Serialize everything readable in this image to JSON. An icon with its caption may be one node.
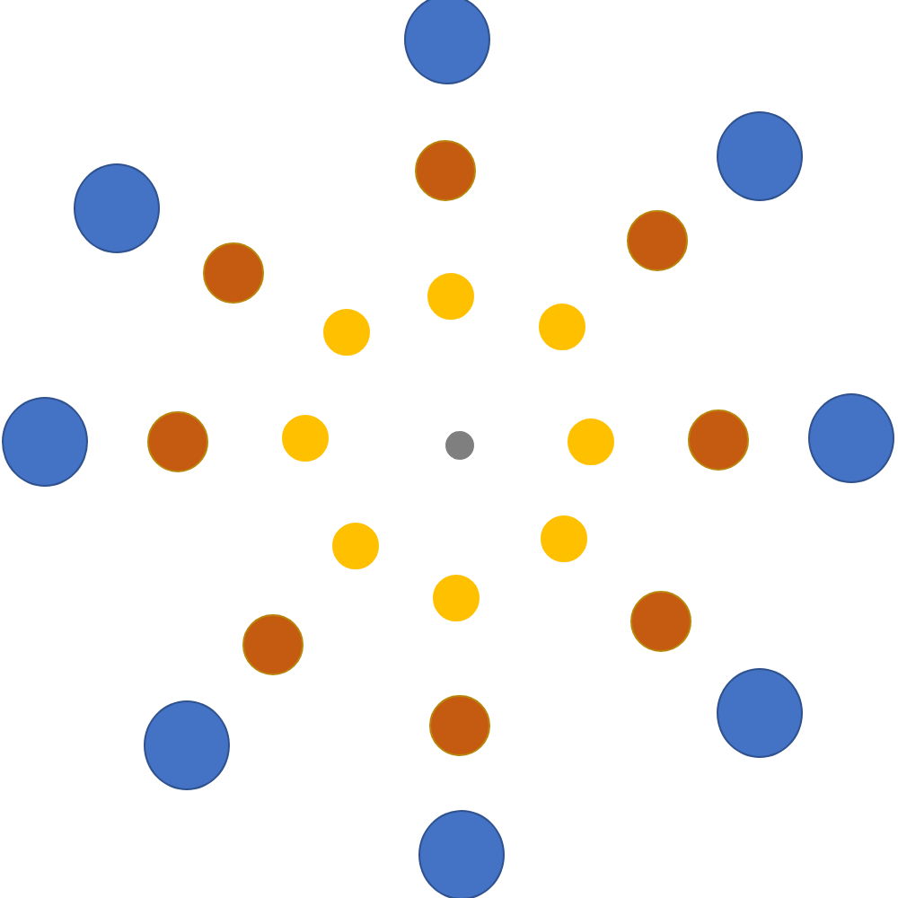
{
  "diagram": {
    "nodes": [
      {
        "text": [],
        "shape": "circle"
      },
      {
        "text": [],
        "shape": "circle"
      },
      {
        "text": [],
        "shape": "circle"
      },
      {
        "text": [],
        "shape": "circle"
      },
      {
        "text": [],
        "shape": "circle"
      },
      {
        "text": [],
        "shape": "circle"
      },
      {
        "text": [],
        "shape": "circle"
      },
      {
        "text": [],
        "shape": "circle"
      },
      {
        "text": [],
        "shape": "circle"
      },
      {
        "text": [],
        "shape": "circle"
      },
      {
        "text": [],
        "shape": "circle"
      },
      {
        "text": [],
        "shape": "circle"
      },
      {
        "text": [],
        "shape": "circle"
      },
      {
        "text": [],
        "shape": "circle"
      },
      {
        "text": [],
        "shape": "circle"
      },
      {
        "text": [],
        "shape": "circle"
      },
      {
        "text": [],
        "shape": "circle"
      },
      {
        "text": [],
        "shape": "circle"
      },
      {
        "text": [],
        "shape": "circle"
      },
      {
        "text": [],
        "shape": "circle"
      },
      {
        "text": [],
        "shape": "circle"
      },
      {
        "text": [],
        "shape": "circle"
      },
      {
        "text": [],
        "shape": "circle"
      },
      {
        "text": [],
        "shape": "circle"
      },
      {
        "text": [],
        "shape": "circle"
      }
    ]
  }
}
